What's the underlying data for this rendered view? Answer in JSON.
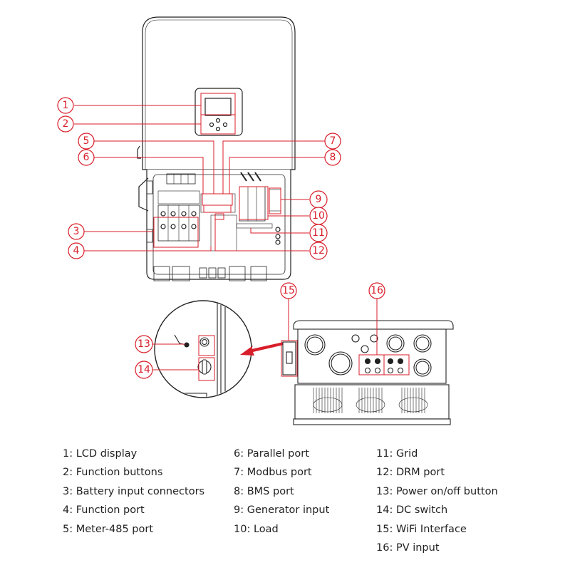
{
  "accent_color": "#d81e2a",
  "line_color": "#222222",
  "callouts": [
    {
      "n": "1"
    },
    {
      "n": "2"
    },
    {
      "n": "3"
    },
    {
      "n": "4"
    },
    {
      "n": "5"
    },
    {
      "n": "6"
    },
    {
      "n": "7"
    },
    {
      "n": "8"
    },
    {
      "n": "9"
    },
    {
      "n": "10"
    },
    {
      "n": "11"
    },
    {
      "n": "12"
    },
    {
      "n": "13"
    },
    {
      "n": "14"
    },
    {
      "n": "15"
    },
    {
      "n": "16"
    }
  ],
  "legend": {
    "columns": [
      [
        "1: LCD display",
        "2: Function buttons",
        "3: Battery input connectors",
        "4: Function port",
        "5: Meter-485 port"
      ],
      [
        "6: Parallel port",
        "7: Modbus port",
        "8: BMS port",
        "9: Generator input",
        "10: Load"
      ],
      [
        "11: Grid",
        "12: DRM port",
        "13: Power on/off button",
        "14: DC switch",
        "15: WiFi Interface",
        "16: PV input"
      ]
    ]
  }
}
